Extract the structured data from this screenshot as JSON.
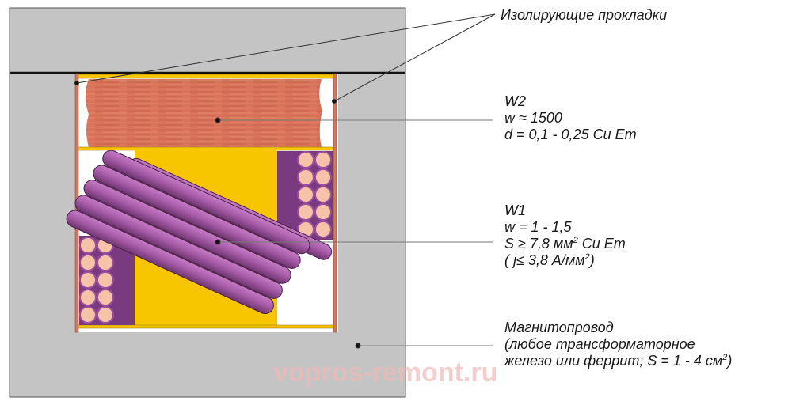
{
  "labels": {
    "spacers": "Изолирующие прокладки",
    "w2": {
      "title": "W2",
      "turns": "w ≈ 1500",
      "wire": "d = 0,1 - 0,25 Cu Em"
    },
    "w1": {
      "title": "W1",
      "turns": "w = 1 - 1,5",
      "area_a": "S ≥ 7,8 мм",
      "area_b": "Cu Em",
      "current_a": "( j≤ 3,8 А/мм",
      "current_b": ")",
      "sq": "2"
    },
    "core": {
      "title": "Магнитопровод",
      "line2": "(любое трансформаторное",
      "line3a": "железо или феррит; S = 1 - 4 см",
      "line3b": ")",
      "sq": "2"
    }
  },
  "watermark": "vopros-remont.ru",
  "colors": {
    "core": "#c4c4c4",
    "bobbin": "#f7c600",
    "w2": "#d9735a",
    "w1": "#9b4f9e",
    "wire_end": "#f7c3a8"
  }
}
